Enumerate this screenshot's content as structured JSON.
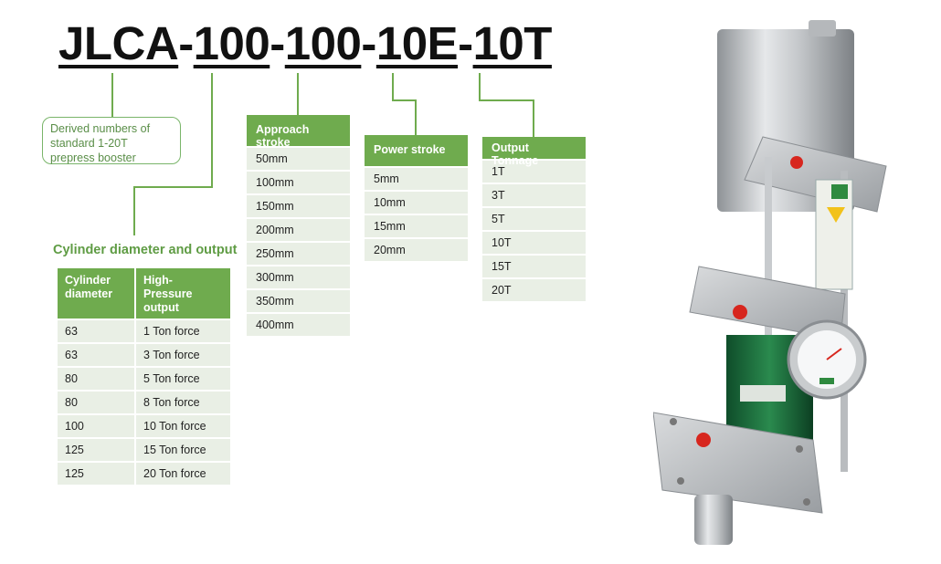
{
  "model": {
    "parts": [
      "JLCA",
      "100",
      "100",
      "10E",
      "10T"
    ],
    "separator": "-"
  },
  "note": {
    "line1": "Derived numbers of",
    "line2": "standard 1-20T",
    "line3": "prepress booster"
  },
  "cylinder_table": {
    "title": "Cylinder diameter and output",
    "headers": [
      "Cylinder diameter",
      "High-Pressure output"
    ],
    "header_lines": [
      [
        "Cylinder",
        "diameter"
      ],
      [
        "High-",
        "Pressure",
        "output"
      ]
    ],
    "rows": [
      [
        "63",
        "1 Ton force"
      ],
      [
        "63",
        "3 Ton force"
      ],
      [
        "80",
        "5 Ton force"
      ],
      [
        "80",
        "8 Ton force"
      ],
      [
        "100",
        "10 Ton force"
      ],
      [
        "125",
        "15 Ton force"
      ],
      [
        "125",
        "20 Ton force"
      ]
    ]
  },
  "approach_stroke": {
    "header": "Approach stroke",
    "items": [
      "50mm",
      "100mm",
      "150mm",
      "200mm",
      "250mm",
      "300mm",
      "350mm",
      "400mm"
    ]
  },
  "power_stroke": {
    "header": "Power stroke",
    "items": [
      "5mm",
      "10mm",
      "15mm",
      "20mm"
    ]
  },
  "output_tonnage": {
    "header": "Output Tonnage",
    "items": [
      "1T",
      "3T",
      "5T",
      "10T",
      "15T",
      "20T"
    ]
  },
  "colors": {
    "accent_green": "#6fab4e",
    "row_bg": "#e9efe5",
    "line_green": "#6fab4e"
  }
}
